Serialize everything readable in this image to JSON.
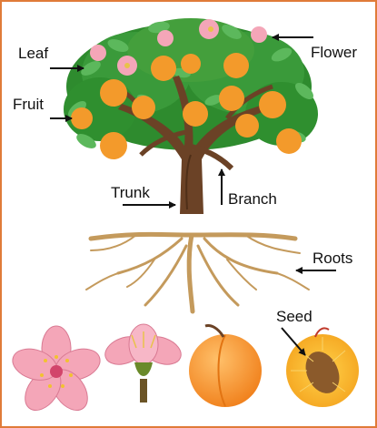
{
  "labels": {
    "leaf": "Leaf",
    "flower": "Flower",
    "fruit": "Fruit",
    "trunk": "Trunk",
    "branch": "Branch",
    "roots": "Roots",
    "seed": "Seed"
  },
  "colors": {
    "frame": "#e07b39",
    "leaf": "#2e8b2e",
    "leaf_light": "#5cb85c",
    "fruit": "#f39a2b",
    "flower": "#f4a6b8",
    "bark": "#6b4226",
    "roots": "#c49a5c"
  }
}
